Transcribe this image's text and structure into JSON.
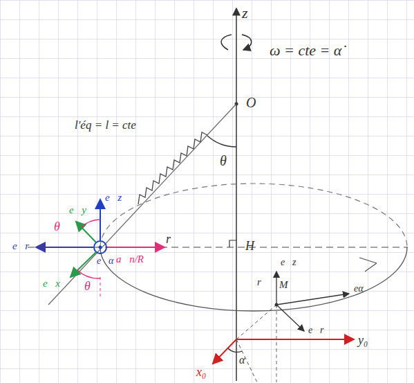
{
  "diagram": {
    "labels": [
      "z",
      "ω = cte = α̇",
      "O",
      "l'éq = l = cte",
      "θ",
      "e⃗z",
      "e⃗y",
      "θ",
      "e⃗r",
      "r",
      "a⃗n/R",
      "e⃗α",
      "e⃗x",
      "θ",
      "H",
      "e⃗z",
      "r",
      "M",
      "eα",
      "e⃗r",
      "y₀",
      "x₀",
      "α"
    ]
  }
}
